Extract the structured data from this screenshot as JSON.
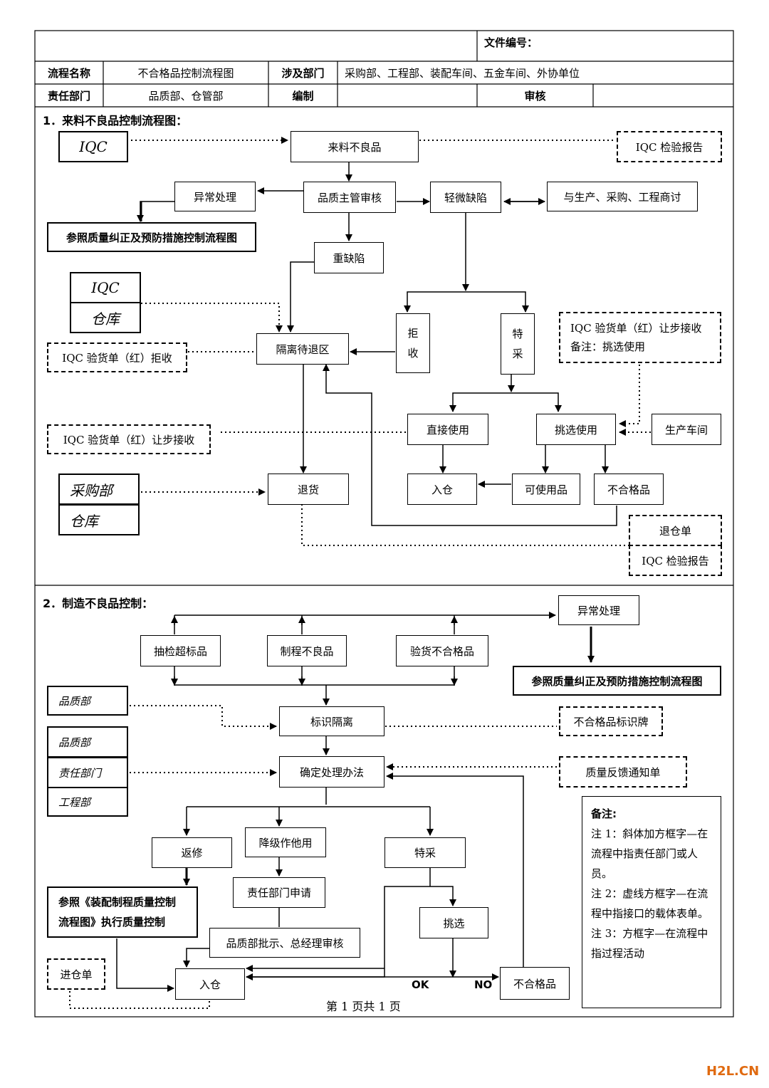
{
  "header": {
    "file_no_label": "文件编号：",
    "process_name_label": "流程名称",
    "process_name_value": "不合格品控制流程图",
    "dept_involved_label": "涉及部门",
    "dept_involved_value": "采购部、工程部、装配车间、五金车间、外协单位",
    "resp_dept_label": "责任部门",
    "resp_dept_value": "品质部、仓管部",
    "compile_label": "编制",
    "review_label": "审核"
  },
  "section1": {
    "title": "1．来料不良品控制流程图：",
    "iqc": "IQC",
    "incoming_defect": "来料不良品",
    "iqc_report": "IQC 检验报告",
    "abnormal": "异常处理",
    "qa_review": "品质主管审核",
    "minor_defect": "轻微缺陷",
    "discuss": "与生产、采购、工程商讨",
    "ref_corrective": "参照质量纠正及预防措施控制流程图",
    "major_defect": "重缺陷",
    "iqc2": "IQC",
    "warehouse": "仓库",
    "quarantine": "隔离待退区",
    "reject": "拒收",
    "special": "特采",
    "iqc_reject_slip": "IQC 验货单（红）拒收",
    "concession_note_line1": "IQC 验货单（红）让步接收",
    "concession_note_line2": "备注：挑选使用",
    "direct_use": "直接使用",
    "sort_use": "挑选使用",
    "production": "生产车间",
    "iqc_concession_slip": "IQC 验货单（红）让步接收",
    "purchasing": "采购部",
    "warehouse2": "仓库",
    "return_goods": "退货",
    "stock_in": "入仓",
    "usable": "可使用品",
    "nonconforming": "不合格品",
    "return_slip": "退仓单",
    "iqc_report2": "IQC 检验报告"
  },
  "section2": {
    "title": "2．制造不良品控制：",
    "abnormal": "异常处理",
    "sampling_excess": "抽检超标品",
    "process_defect": "制程不良品",
    "inspection_fail": "验货不合格品",
    "ref_corrective": "参照质量纠正及预防措施控制流程图",
    "qa_dept": "品质部",
    "identify_isolate": "标识隔离",
    "nc_tag": "不合格品标识牌",
    "qa_dept2": "品质部",
    "resp_dept": "责任部门",
    "eng_dept": "工程部",
    "decide_method": "确定处理办法",
    "feedback_notice": "质量反馈通知单",
    "rework": "返修",
    "downgrade": "降级作他用",
    "special": "特采",
    "resp_apply": "责任部门申请",
    "ref_assembly_line1": "参照《装配制程质量控制",
    "ref_assembly_line2": "流程图》执行质量控制",
    "sort": "挑选",
    "qa_approve": "品质部批示、总经理审核",
    "stock_slip": "进仓单",
    "stock_in": "入仓",
    "ok": "OK",
    "no": "NO",
    "nonconforming": "不合格品",
    "notes": {
      "title": "备注:",
      "n1": "注 1：斜体加方框字—在流程中指责任部门或人员。",
      "n2": "注 2：虚线方框字—在流程中指接口的载体表单。",
      "n3": "注 3：方框字—在流程中指过程活动"
    }
  },
  "footer": "第 1 页共 1 页",
  "watermark": "H2L.CN"
}
